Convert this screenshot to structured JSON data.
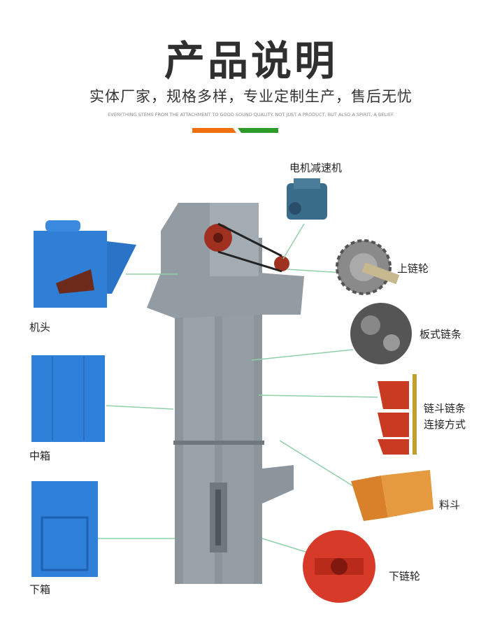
{
  "header": {
    "title": "产品说明",
    "subtitle": "实体厂家，规格多样，专业定制生产，售后无忧",
    "tagline": "EVERYTHING STEMS FROM THE ATTACHMENT TO GOOD SOUND QUALITY. NOT JUST A PRODUCT, BUT ALSO A SPIRIT, A BELIEF.",
    "accent_colors": [
      "#f07010",
      "#2e9a2a"
    ]
  },
  "left_parts": [
    {
      "label": "机头"
    },
    {
      "label": "中箱"
    },
    {
      "label": "下箱"
    }
  ],
  "right_parts": [
    {
      "label": "电机减速机"
    },
    {
      "label": "上链轮"
    },
    {
      "label": "板式链条"
    },
    {
      "label_line1": "链斗链条",
      "label_line2": "连接方式"
    },
    {
      "label": "料斗"
    },
    {
      "label": "下链轮"
    }
  ]
}
